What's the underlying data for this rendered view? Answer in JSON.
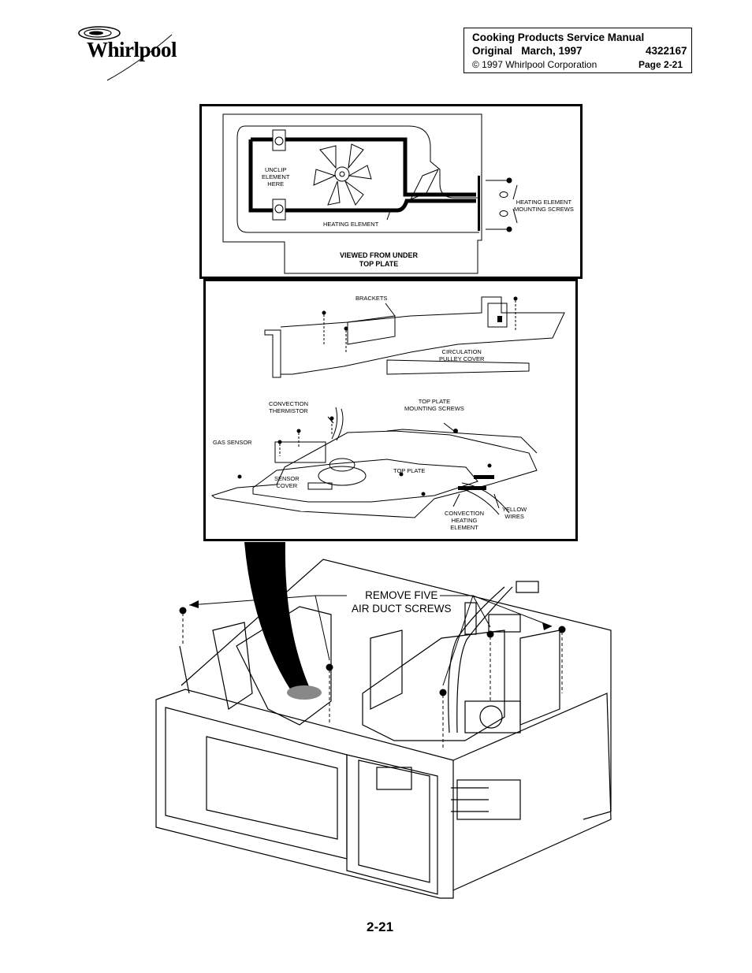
{
  "header": {
    "logo_text": "Whirlpool",
    "line1": "Cooking Products Service Manual",
    "line2_left": "Original   March, 1997",
    "line2_right": "4322167",
    "copyright": "© 1997 Whirlpool Corporation",
    "page_ref": "Page 2-21"
  },
  "top_panel": {
    "unclip": "UNCLIP\nELEMENT\nHERE",
    "heating_element": "HEATING ELEMENT",
    "mounting_screws": "HEATING ELEMENT\nMOUNTING SCREWS",
    "viewed_from": "VIEWED FROM UNDER\nTOP PLATE"
  },
  "middle_panel": {
    "brackets": "BRACKETS",
    "circulation": "CIRCULATION\nPULLEY COVER",
    "thermistor": "CONVECTION\nTHERMISTOR",
    "top_plate_screws": "TOP PLATE\nMOUNTING SCREWS",
    "gas_sensor": "GAS SENSOR",
    "sensor_cover": "SENSOR\nCOVER",
    "top_plate": "TOP PLATE",
    "conv_element": "CONVECTION\nHEATING\nELEMENT",
    "yellow_wires": "YELLOW\nWIRES"
  },
  "main": {
    "remove_screws": "REMOVE FIVE\nAIR DUCT SCREWS"
  },
  "page_number": "2-21"
}
